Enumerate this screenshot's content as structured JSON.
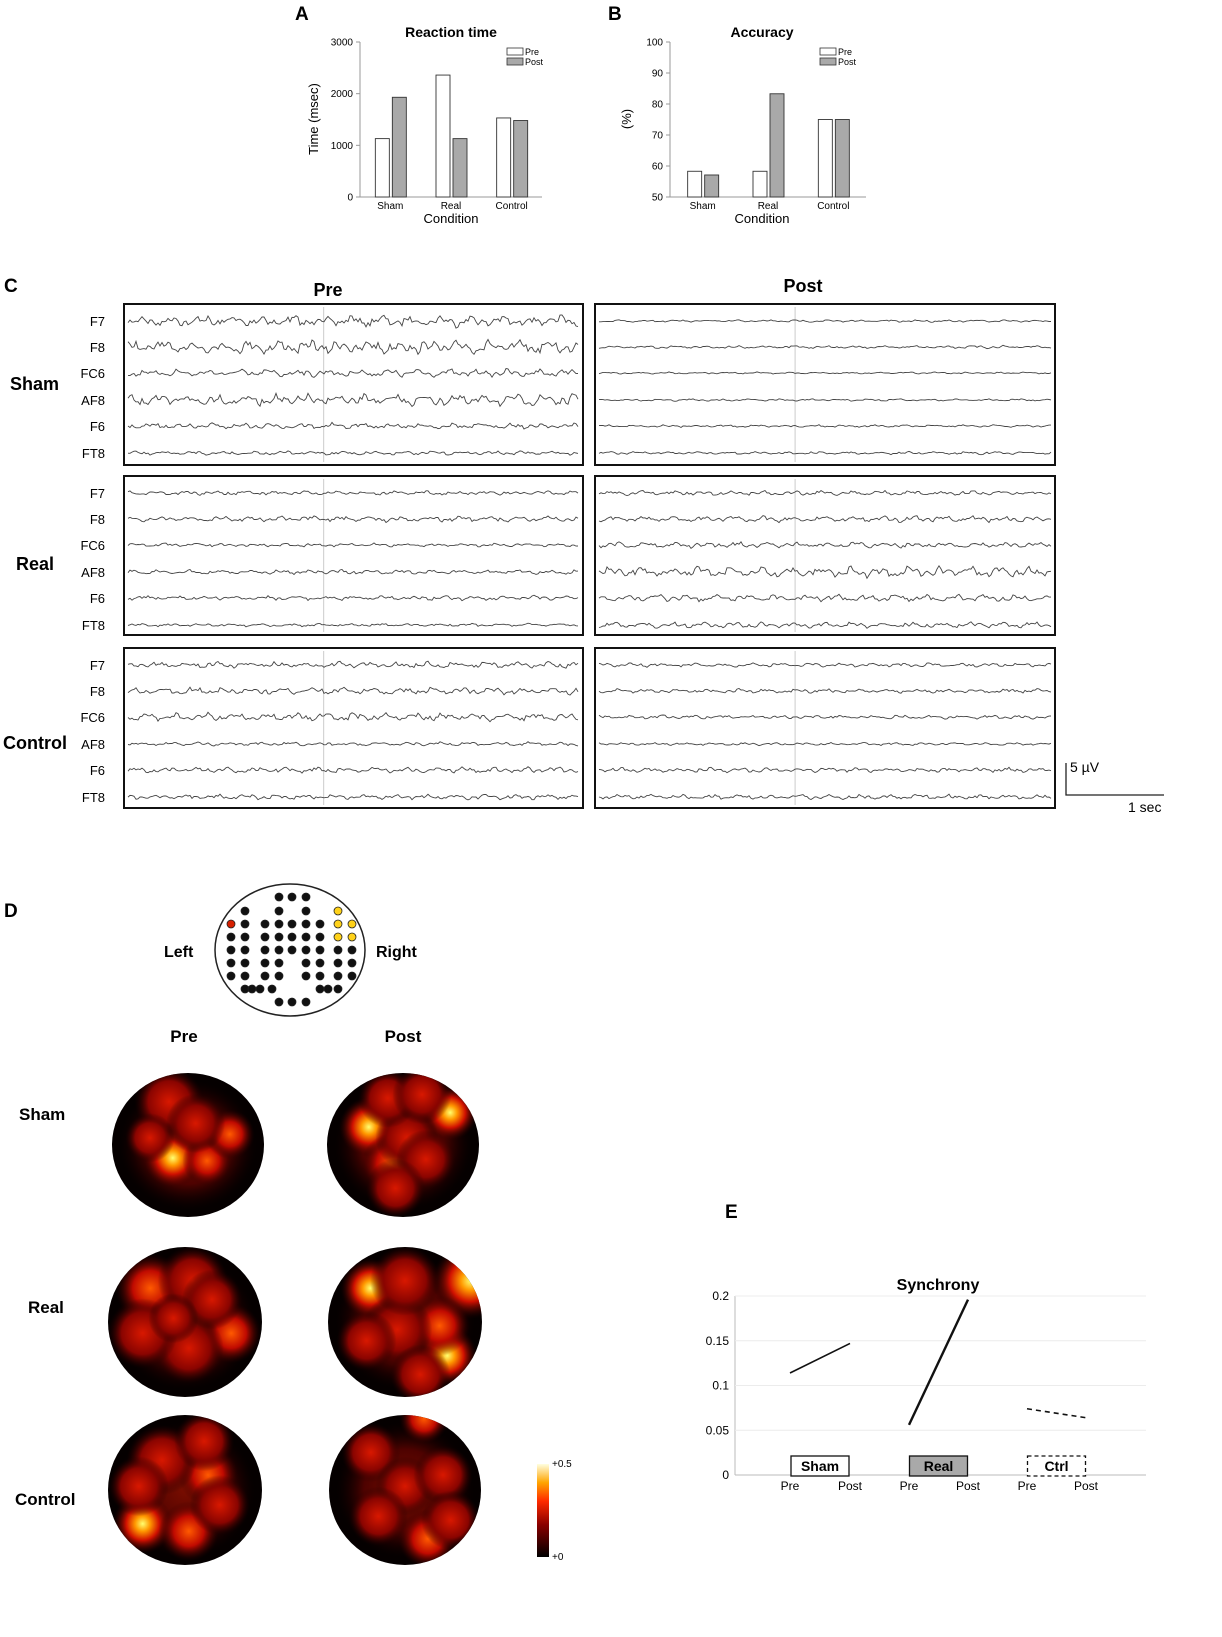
{
  "panels": {
    "A": "A",
    "B": "B",
    "C": "C",
    "D": "D",
    "E": "E"
  },
  "colors": {
    "pre": "#ffffff",
    "post": "#a9a9a9",
    "trace": "#444444"
  },
  "legend": {
    "pre": "Pre",
    "post": "Post"
  },
  "eeg": {
    "col_titles": [
      "Pre",
      "Post"
    ],
    "conditions": [
      "Sham",
      "Real",
      "Control"
    ],
    "channels": [
      "F7",
      "F8",
      "FC6",
      "AF8",
      "F6",
      "FT8"
    ],
    "scale_v": "5 µV",
    "scale_t": "1 sec"
  },
  "topo": {
    "left": "Left",
    "right": "Right",
    "col_titles": [
      "Pre",
      "Post"
    ],
    "rows": [
      "Sham",
      "Real",
      "Control"
    ],
    "colorbar_max": "+0.5",
    "colorbar_min": "+0"
  },
  "chart_data": [
    {
      "type": "bar",
      "title": "Reaction time",
      "xlabel": "Condition",
      "ylabel": "Time (msec)",
      "categories": [
        "Sham",
        "Real",
        "Control"
      ],
      "ylim": [
        0,
        3000
      ],
      "yticks": [
        0,
        1000,
        2000,
        3000
      ],
      "series": [
        {
          "name": "Pre",
          "values": [
            1130,
            2360,
            1530
          ]
        },
        {
          "name": "Post",
          "values": [
            1930,
            1130,
            1480
          ]
        }
      ],
      "legend_position": "top-right"
    },
    {
      "type": "bar",
      "title": "Accuracy",
      "xlabel": "Condition",
      "ylabel": "(%)",
      "categories": [
        "Sham",
        "Real",
        "Control"
      ],
      "ylim": [
        50,
        100
      ],
      "yticks": [
        50,
        60,
        70,
        80,
        90,
        100
      ],
      "series": [
        {
          "name": "Pre",
          "values": [
            58.3,
            58.3,
            75
          ]
        },
        {
          "name": "Post",
          "values": [
            57.1,
            83.3,
            75
          ]
        }
      ],
      "legend_position": "top-right"
    },
    {
      "type": "line",
      "title": "Synchrony",
      "ylim": [
        0,
        0.2
      ],
      "yticks": [
        "0",
        "0.05",
        "0.1",
        "0.15",
        "0.2"
      ],
      "groups": [
        "Sham",
        "Real",
        "Ctrl"
      ],
      "xticks": [
        "Pre",
        "Post",
        "Pre",
        "Post",
        "Pre",
        "Post"
      ],
      "series": [
        {
          "name": "Sham",
          "values": [
            0.114,
            0.147
          ]
        },
        {
          "name": "Real",
          "values": [
            0.056,
            0.196
          ]
        },
        {
          "name": "Ctrl",
          "values": [
            0.074,
            0.064
          ]
        }
      ]
    }
  ]
}
